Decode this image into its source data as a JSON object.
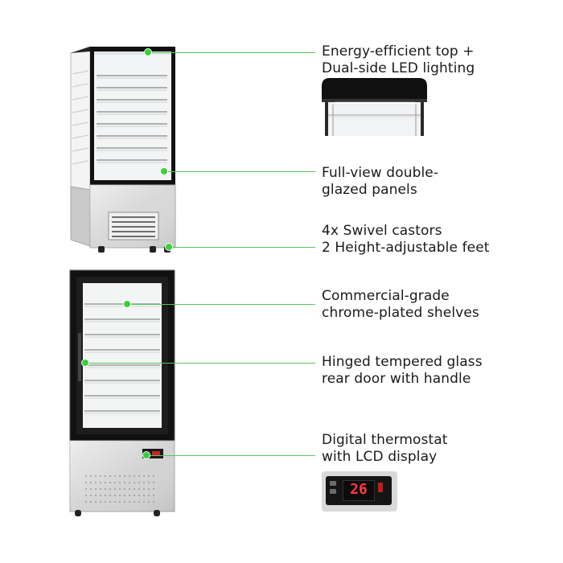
{
  "accent_color": "#39d039",
  "callouts": [
    {
      "line1": "Energy-efficient top +",
      "line2": "Dual-side LED lighting"
    },
    {
      "line1": "Full-view double-",
      "line2": "glazed panels"
    },
    {
      "line1": "4x Swivel castors",
      "line2": "2 Height-adjustable feet"
    },
    {
      "line1": "Commercial-grade",
      "line2": "chrome-plated shelves"
    },
    {
      "line1": "Hinged tempered glass",
      "line2": "rear door with handle"
    },
    {
      "line1": "Digital thermostat",
      "line2": "with LCD display"
    }
  ],
  "thermostat": {
    "reading": "26"
  },
  "images": {
    "front_unit": "display-cabinet-angled-view",
    "rear_unit": "display-cabinet-rear-view",
    "top_detail": "led-lighting-detail",
    "thermostat_detail": "thermostat-display-detail"
  }
}
